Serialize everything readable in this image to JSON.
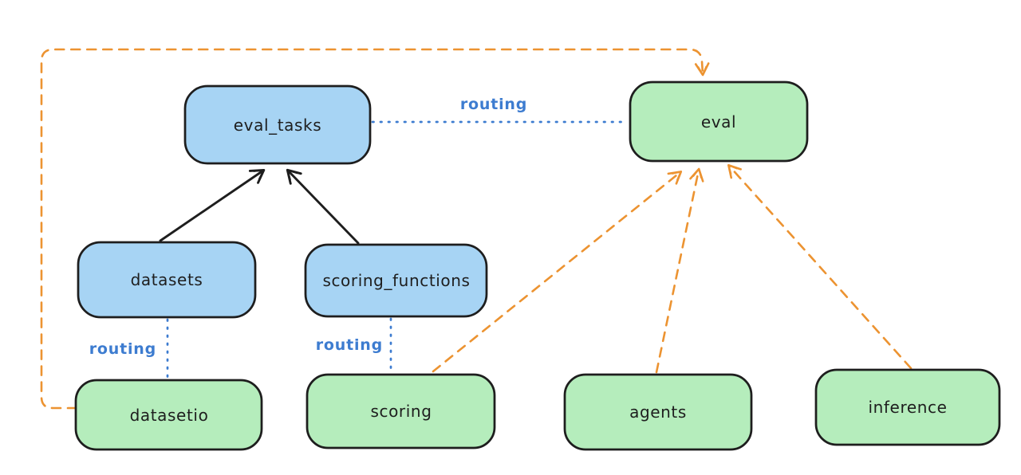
{
  "diagram": {
    "background_color": "#ffffff",
    "colors": {
      "node_border": "#1e1e1e",
      "node_text": "#1e1e1e",
      "registry_fill_blue": "#a7d4f4",
      "api_fill_green": "#b5edbc",
      "routing_blue": "#3d7cd0",
      "orange_dashed": "#ec9331",
      "black_arrow": "#1e1e1e"
    },
    "nodes": {
      "eval_tasks": {
        "label": "eval_tasks",
        "fill": "blue"
      },
      "eval": {
        "label": "eval",
        "fill": "green"
      },
      "datasets": {
        "label": "datasets",
        "fill": "blue"
      },
      "scoring_functions": {
        "label": "scoring_functions",
        "fill": "blue"
      },
      "datasetio": {
        "label": "datasetio",
        "fill": "green"
      },
      "scoring": {
        "label": "scoring",
        "fill": "green"
      },
      "agents": {
        "label": "agents",
        "fill": "green"
      },
      "inference": {
        "label": "inference",
        "fill": "green"
      }
    },
    "edge_labels": {
      "eval_tasks_to_eval": "routing",
      "datasets_to_datasetio": "routing",
      "scoring_functions_to_scoring": "routing"
    },
    "edges": [
      {
        "from": "datasets",
        "to": "eval_tasks",
        "style": "solid-arrow",
        "color": "#1e1e1e"
      },
      {
        "from": "scoring_functions",
        "to": "eval_tasks",
        "style": "solid-arrow",
        "color": "#1e1e1e"
      },
      {
        "from": "eval_tasks",
        "to": "eval",
        "style": "dotted",
        "color": "#3d7cd0",
        "label": "routing"
      },
      {
        "from": "datasets",
        "to": "datasetio",
        "style": "dotted",
        "color": "#3d7cd0",
        "label": "routing"
      },
      {
        "from": "scoring_functions",
        "to": "scoring",
        "style": "dotted",
        "color": "#3d7cd0",
        "label": "routing"
      },
      {
        "from": "datasetio",
        "to": "eval",
        "style": "dashed-arrow",
        "color": "#ec9331",
        "route": "left-and-over-top"
      },
      {
        "from": "scoring",
        "to": "eval",
        "style": "dashed-arrow",
        "color": "#ec9331"
      },
      {
        "from": "agents",
        "to": "eval",
        "style": "dashed-arrow",
        "color": "#ec9331"
      },
      {
        "from": "inference",
        "to": "eval",
        "style": "dashed-arrow",
        "color": "#ec9331"
      }
    ]
  }
}
